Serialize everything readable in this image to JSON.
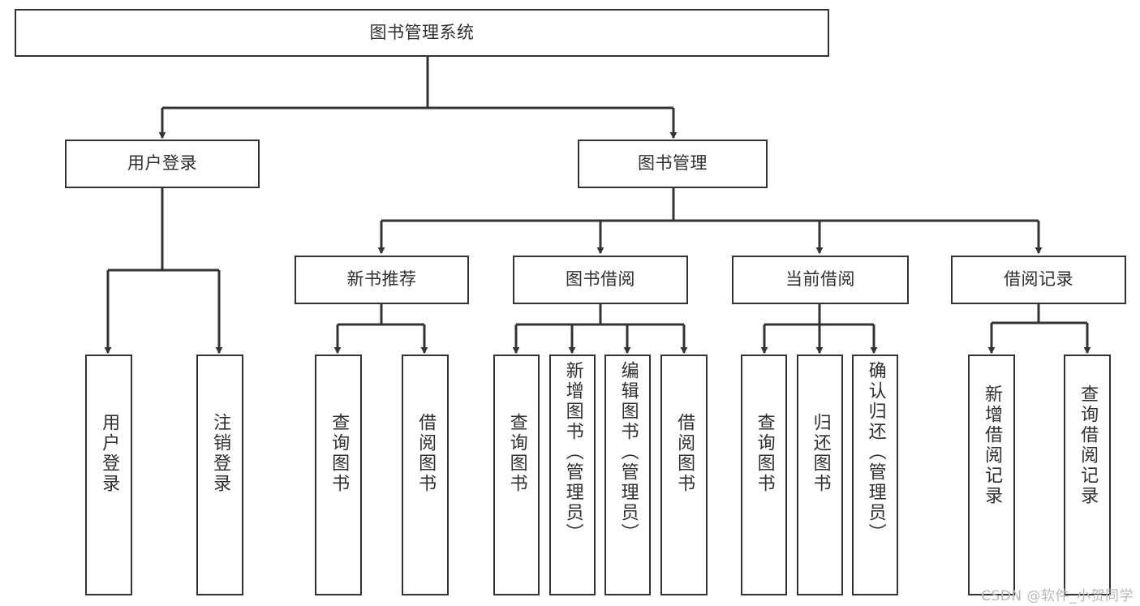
{
  "diagram": {
    "type": "tree-hierarchy-chart",
    "title_text": "图书管理系统",
    "stroke_color": "#333333",
    "text_color": "#2f2f2f",
    "background_color": "#ffffff",
    "root": {
      "id": "root",
      "label": "图书管理系统"
    },
    "level2": [
      {
        "id": "user-login",
        "label": "用户登录"
      },
      {
        "id": "book-management",
        "label": "图书管理"
      }
    ],
    "level3": [
      {
        "id": "new-book-recommend",
        "label": "新书推荐",
        "parent": "book-management"
      },
      {
        "id": "book-borrow",
        "label": "图书借阅",
        "parent": "book-management"
      },
      {
        "id": "current-borrow",
        "label": "当前借阅",
        "parent": "book-management"
      },
      {
        "id": "borrow-record",
        "label": "借阅记录",
        "parent": "book-management"
      }
    ],
    "leaves": {
      "user_login": [
        {
          "id": "leaf-user-login",
          "label": "用户登录"
        },
        {
          "id": "leaf-logout",
          "label": "注销登录"
        }
      ],
      "new_book_recommend": [
        {
          "id": "leaf-query-book-1",
          "label": "查询图书"
        },
        {
          "id": "leaf-borrow-book-1",
          "label": "借阅图书"
        }
      ],
      "book_borrow": [
        {
          "id": "leaf-query-book-2",
          "label": "查询图书"
        },
        {
          "id": "leaf-add-book",
          "label": "新增图书（管理员）"
        },
        {
          "id": "leaf-edit-book",
          "label": "编辑图书（管理员）"
        },
        {
          "id": "leaf-borrow-book-2",
          "label": "借阅图书"
        }
      ],
      "current_borrow": [
        {
          "id": "leaf-query-book-3",
          "label": "查询图书"
        },
        {
          "id": "leaf-return-book",
          "label": "归还图书"
        },
        {
          "id": "leaf-confirm-return",
          "label": "确认归还（管理员）"
        }
      ],
      "borrow_record": [
        {
          "id": "leaf-add-record",
          "label": "新增借阅记录"
        },
        {
          "id": "leaf-query-record",
          "label": "查询借阅记录"
        }
      ]
    }
  },
  "watermark": {
    "text": "CSDN @软件_小贺同学"
  }
}
